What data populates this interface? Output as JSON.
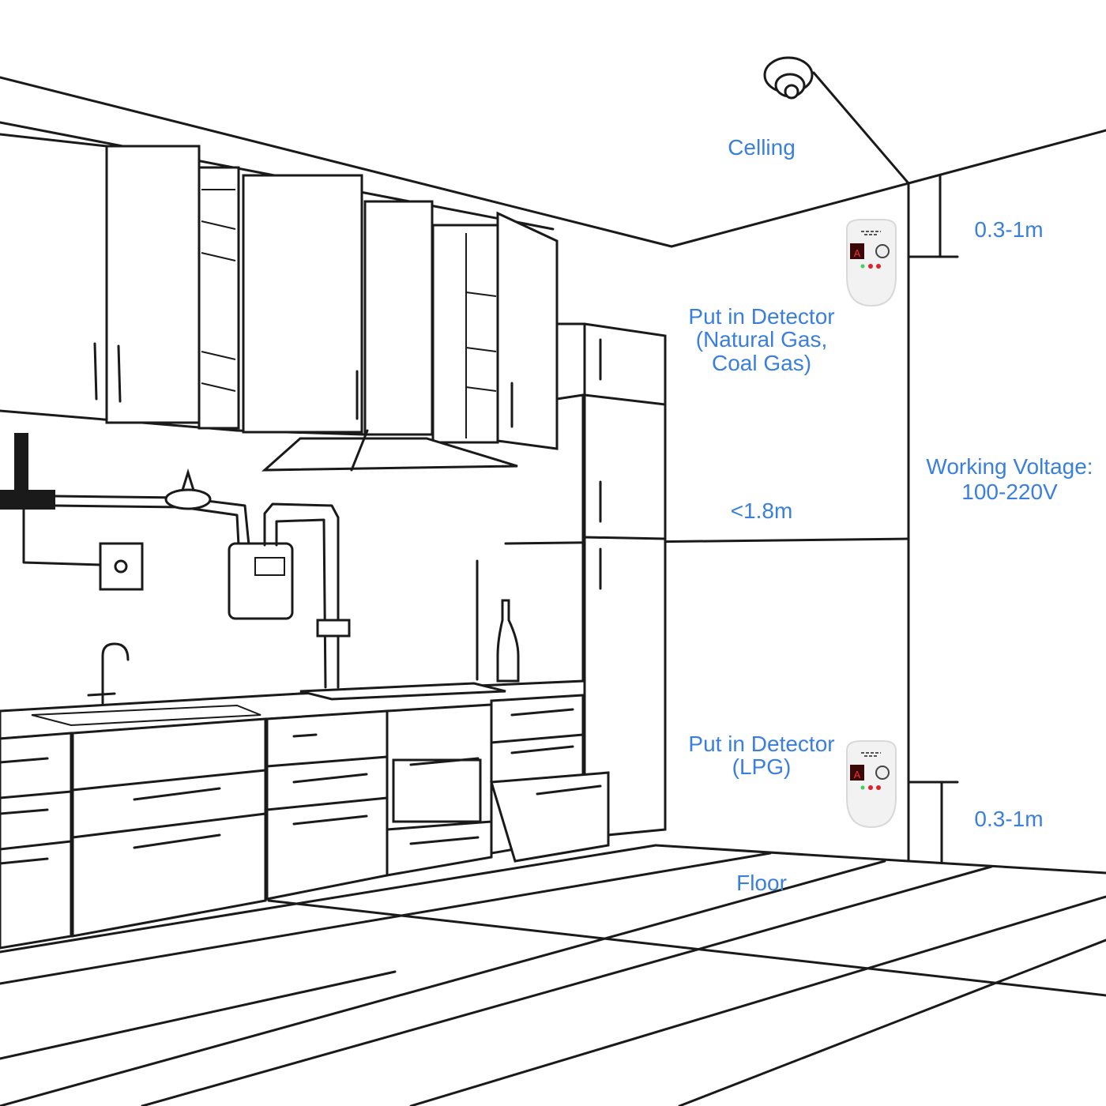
{
  "labels": {
    "ceiling": "Celling",
    "top_distance": "0.3-1m",
    "top_detector_line1": "Put in Detector",
    "top_detector_line2": "(Natural Gas,",
    "top_detector_line3": "Coal Gas)",
    "height_limit": "<1.8m",
    "voltage_line1": "Working Voltage:",
    "voltage_line2": "100-220V",
    "bottom_detector_line1": "Put in Detector",
    "bottom_detector_line2": "(LPG)",
    "bottom_distance": "0.3-1m",
    "floor": "Floor"
  },
  "detector_display": "A",
  "colors": {
    "label": "#3a7fdc",
    "led_power": "#3cd35a",
    "led_alarm": "#e0202a"
  }
}
